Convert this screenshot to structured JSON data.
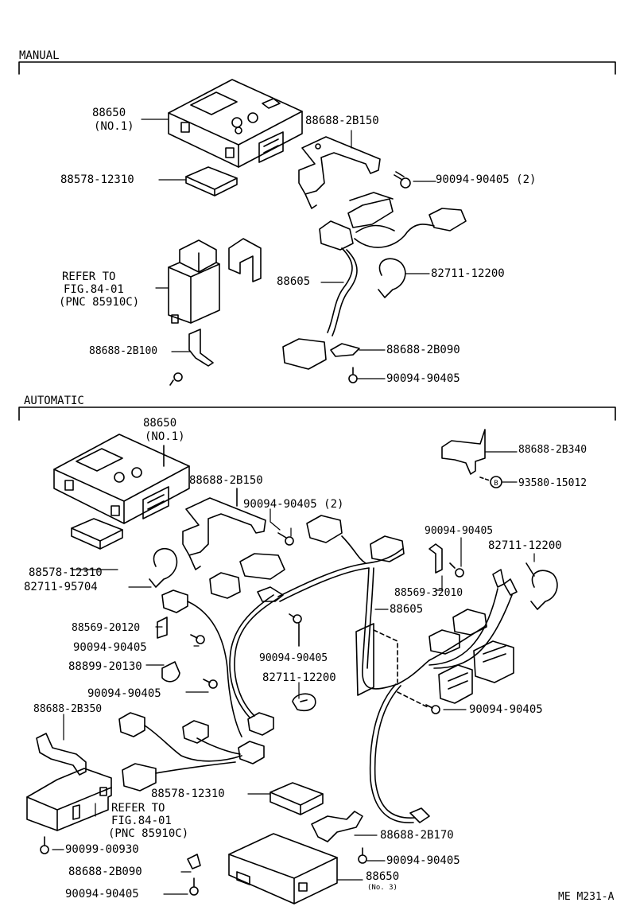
{
  "sections": {
    "manual": "MANUAL",
    "automatic": "AUTOMATIC"
  },
  "manual": {
    "comp_88650": "88650",
    "comp_88650_no": "(NO.1)",
    "bracket_2b150": "88688-2B150",
    "screw_2": "90094-90405 (2)",
    "cover_12310": "88578-12310",
    "refer_to": "REFER TO",
    "fig": "FIG.84-01",
    "pnc": "(PNC 85910C)",
    "harness": "88605",
    "clamp_12200": "82711-12200",
    "bracket_2b100": "88688-2B100",
    "bracket_2b090": "88688-2B090",
    "screw": "90094-90405"
  },
  "automatic": {
    "comp_88650": "88650",
    "comp_88650_no": "(NO.1)",
    "bracket_2b340": "88688-2B340",
    "clip_15012": "93580-15012",
    "bracket_2b150": "88688-2B150",
    "screw_2": "90094-90405 (2)",
    "screw_top": "90094-90405",
    "clamp_12200_top": "82711-12200",
    "cover_12310": "88578-12310",
    "clamp_95704": "82711-95704",
    "clip_32010": "88569-32010",
    "harness": "88605",
    "clip_20120": "88569-20120",
    "screw_a": "90094-90405",
    "screw_mid": "90094-90405",
    "clip_20130": "88899-20130",
    "screw_b": "90094-90405",
    "clamp_12200_mid": "82711-12200",
    "screw_right": "90094-90405",
    "bracket_2b350": "88688-2B350",
    "cover_12310_b": "88578-12310",
    "refer_to": "REFER TO",
    "fig": "FIG.84-01",
    "pnc": "(PNC 85910C)",
    "bracket_2b170": "88688-2B170",
    "screw_00930": "90099-00930",
    "screw_bottom_right": "90094-90405",
    "bracket_2b090": "88688-2B090",
    "comp_88650_no3": "88650",
    "comp_no3": "(No. 3)",
    "screw_bottom": "90094-90405",
    "clip_symbol": "B"
  },
  "footer": {
    "code": "ME M231-A"
  }
}
